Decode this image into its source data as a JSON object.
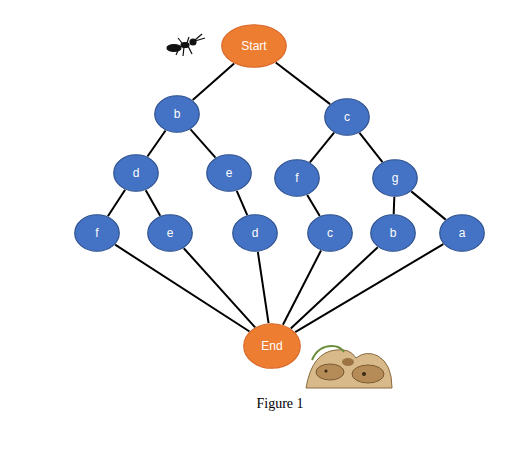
{
  "diagram": {
    "caption": "Figure 1",
    "nodes": [
      {
        "text": [
          "Start"
        ]
      },
      {
        "text": [
          "b"
        ]
      },
      {
        "text": [
          "c"
        ]
      },
      {
        "text": [
          "d"
        ]
      },
      {
        "text": [
          "e"
        ]
      },
      {
        "text": [
          "f"
        ]
      },
      {
        "text": [
          "g"
        ]
      },
      {
        "text": [
          "f"
        ]
      },
      {
        "text": [
          "e"
        ]
      },
      {
        "text": [
          "d"
        ]
      },
      {
        "text": [
          "c"
        ]
      },
      {
        "text": [
          "b"
        ]
      },
      {
        "text": [
          "a"
        ]
      },
      {
        "text": [
          "End"
        ]
      }
    ],
    "edges": [
      {
        "from": 0,
        "to": 1,
        "arrow": "none"
      },
      {
        "from": 0,
        "to": 2,
        "arrow": "none"
      },
      {
        "from": 1,
        "to": 3,
        "arrow": "none"
      },
      {
        "from": 1,
        "to": 4,
        "arrow": "none"
      },
      {
        "from": 2,
        "to": 5,
        "arrow": "none"
      },
      {
        "from": 2,
        "to": 6,
        "arrow": "none"
      },
      {
        "from": 3,
        "to": 7,
        "arrow": "none"
      },
      {
        "from": 3,
        "to": 8,
        "arrow": "none"
      },
      {
        "from": 4,
        "to": 9,
        "arrow": "none"
      },
      {
        "from": 5,
        "to": 10,
        "arrow": "none"
      },
      {
        "from": 6,
        "to": 11,
        "arrow": "none"
      },
      {
        "from": 6,
        "to": 12,
        "arrow": "none"
      },
      {
        "from": 7,
        "to": 13,
        "arrow": "none"
      },
      {
        "from": 8,
        "to": 13,
        "arrow": "none"
      },
      {
        "from": 9,
        "to": 13,
        "arrow": "none"
      },
      {
        "from": 10,
        "to": 13,
        "arrow": "none"
      },
      {
        "from": 11,
        "to": 13,
        "arrow": "none"
      },
      {
        "from": 12,
        "to": 13,
        "arrow": "none"
      }
    ]
  }
}
